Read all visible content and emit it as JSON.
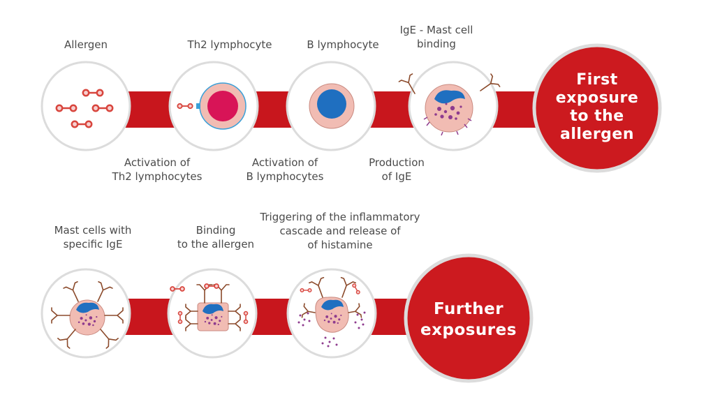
{
  "row1": {
    "top_labels": {
      "allergen": "Allergen",
      "th2": "Th2 lymphocyte",
      "b": "B lymphocyte",
      "ige_mast_1": "IgE - Mast cell",
      "ige_mast_2": "binding"
    },
    "bottom_labels": {
      "act_th2_1": "Activation of",
      "act_th2_2": "Th2 lymphocytes",
      "act_b_1": "Activation of",
      "act_b_2": "B lymphocytes",
      "prod_1": "Production",
      "prod_2": "of IgE"
    },
    "big_circle": {
      "line1": "First",
      "line2": "exposure",
      "line3": "to the",
      "line4": "allergen"
    }
  },
  "row2": {
    "top_labels": {
      "mast_1": "Mast cells with",
      "mast_2": "specific IgE",
      "bind_1": "Binding",
      "bind_2": "to the allergen",
      "trig_1": "Triggering of the inflammatory",
      "trig_2": "cascade and release of",
      "trig_3": "of histamine"
    },
    "big_circle": {
      "line1": "Further",
      "line2": "exposures"
    }
  },
  "colors": {
    "band": "#c8161d",
    "circle_border": "#dcdcdc",
    "big_circle": "#cc1a1f",
    "cell_body": "#f1bcb3",
    "nucleus": "#1f6fc0",
    "th2_core": "#d81457",
    "granule": "#8e3b8e",
    "antibody": "#8b4a2b",
    "allergen": "#d8453d"
  }
}
